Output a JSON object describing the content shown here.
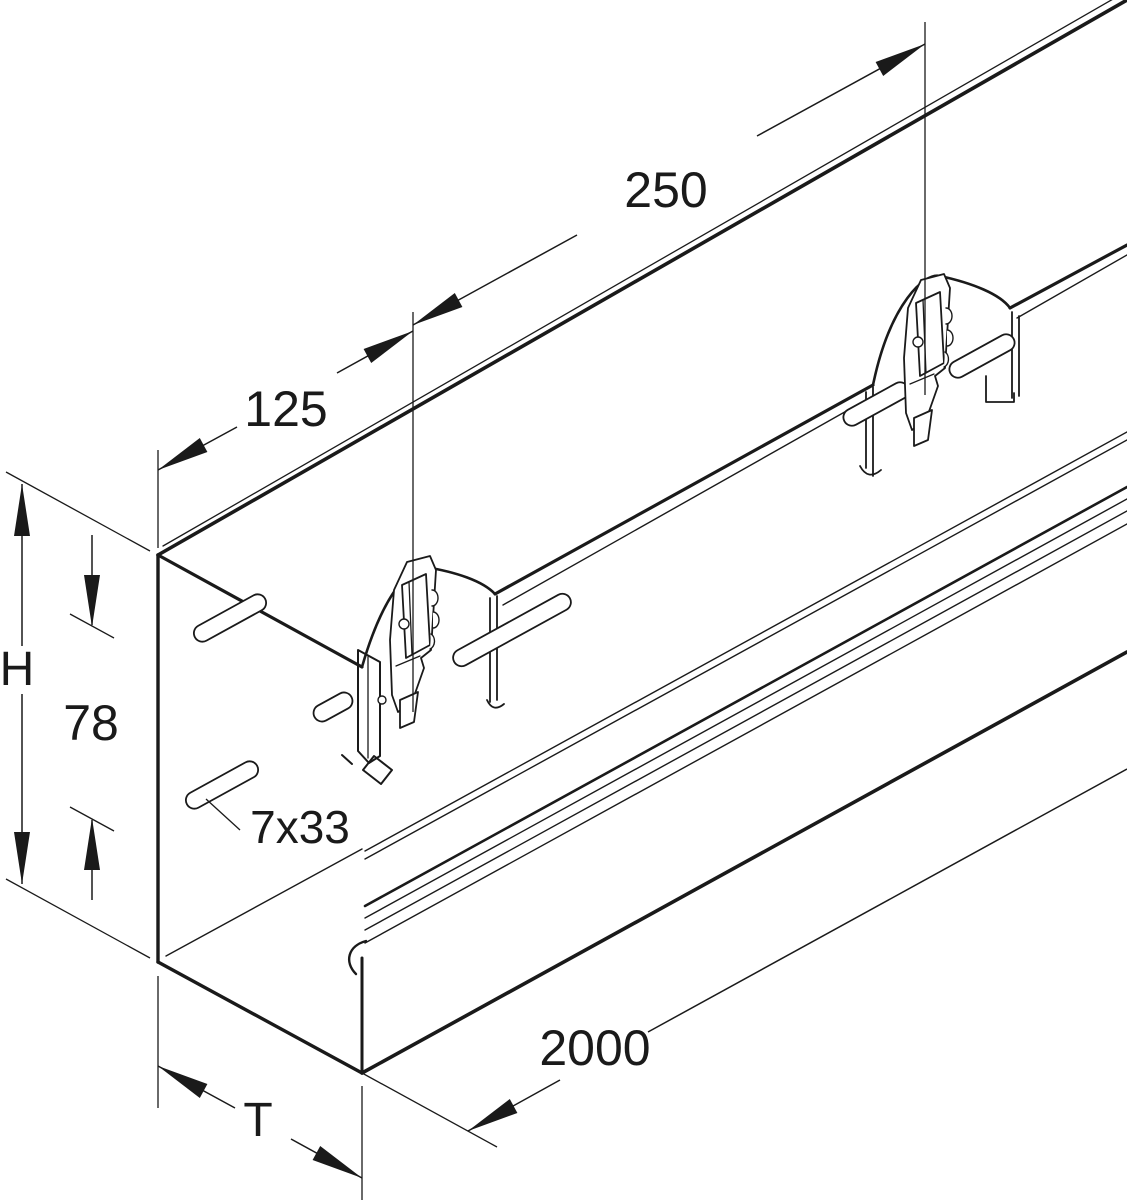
{
  "drawing": {
    "type": "isometric-technical-drawing",
    "subject": "cable trunking duct with cover clips and mounting slots",
    "line_color": "#1a1a1a",
    "background_color": "#ffffff",
    "dims": {
      "d250": "250",
      "d125": "125",
      "dH": "H",
      "d78": "78",
      "slot": "7x33",
      "d2000": "2000",
      "dT": "T"
    }
  }
}
